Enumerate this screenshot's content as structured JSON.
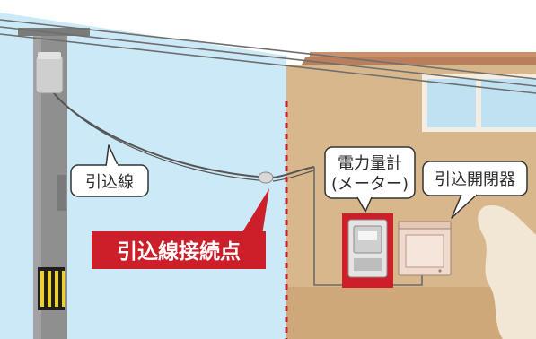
{
  "labels": {
    "service_drop": "引込線",
    "connection_point": "引込線接続点",
    "meter_line1": "電力量計",
    "meter_line2": "(メーター)",
    "breaker": "引込開閉器"
  },
  "colors": {
    "sky": "#cbe9f7",
    "house_wall": "#d9b78c",
    "roof": "#c8916c",
    "accent_red": "#cc1f2a",
    "pole": "#8f8f8f",
    "callout_border": "#333333"
  }
}
